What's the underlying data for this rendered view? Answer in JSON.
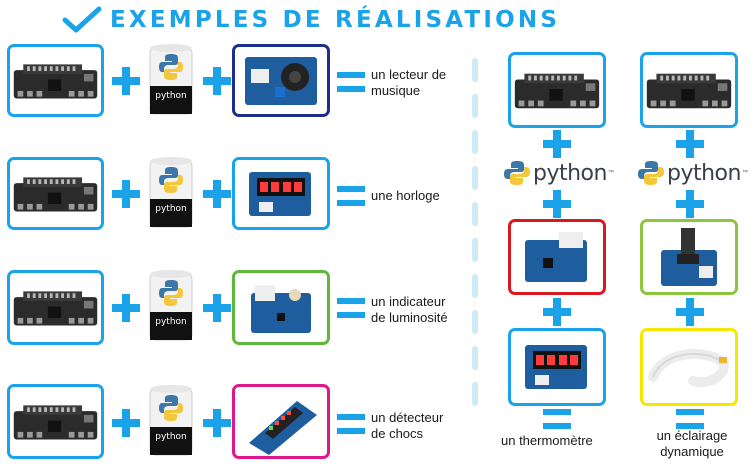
{
  "title": "EXEMPLES DE RÉALISATIONS",
  "python_label": "python",
  "python_tm": "™",
  "rows": [
    {
      "result_line1": "un lecteur de",
      "result_line2": "musique",
      "module": "speaker-module",
      "border": "#1e2f8a"
    },
    {
      "result_line1": "une horloge",
      "result_line2": "",
      "module": "display-module",
      "border": "#1aa3e8"
    },
    {
      "result_line1": "un indicateur",
      "result_line2": "de luminosité",
      "module": "light-sensor-module",
      "border": "#5fb83b"
    },
    {
      "result_line1": "un détecteur",
      "result_line2": "de chocs",
      "module": "led-bar-module",
      "border": "#e0168a"
    }
  ],
  "columns": [
    {
      "result_line1": "un thermomètre",
      "result_line2": "",
      "sensor_border": "#d71920",
      "output_border": "#1aa3e8"
    },
    {
      "result_line1": "un éclairage",
      "result_line2": "dynamique",
      "sensor_border": "#8cc63f",
      "output_border": "#f5e800"
    }
  ],
  "colors": {
    "accent": "#1aa3e8",
    "board": "#2a2a2a",
    "module": "#1f5e9e"
  }
}
